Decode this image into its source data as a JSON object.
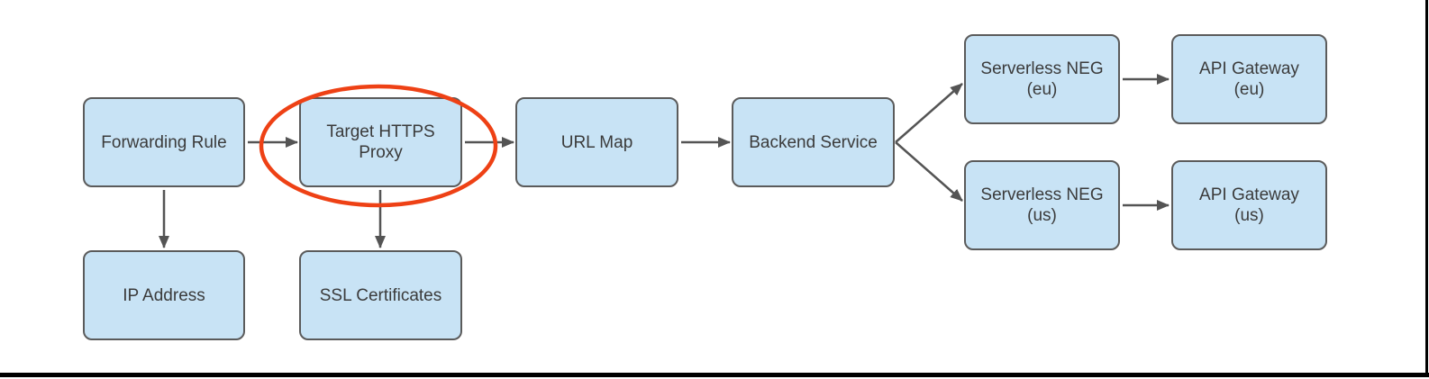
{
  "nodes": {
    "forwarding_rule": {
      "label": "Forwarding Rule"
    },
    "target_https_proxy": {
      "label": "Target HTTPS\nProxy",
      "highlighted": true
    },
    "url_map": {
      "label": "URL Map"
    },
    "backend_service": {
      "label": "Backend Service"
    },
    "serverless_neg_eu": {
      "label": "Serverless NEG\n(eu)"
    },
    "api_gateway_eu": {
      "label": "API Gateway\n(eu)"
    },
    "serverless_neg_us": {
      "label": "Serverless NEG\n(us)"
    },
    "api_gateway_us": {
      "label": "API Gateway\n(us)"
    },
    "ip_address": {
      "label": "IP Address"
    },
    "ssl_certificates": {
      "label": "SSL Certificates"
    }
  },
  "edges": [
    {
      "from": "forwarding_rule",
      "to": "target_https_proxy"
    },
    {
      "from": "target_https_proxy",
      "to": "url_map"
    },
    {
      "from": "url_map",
      "to": "backend_service"
    },
    {
      "from": "backend_service",
      "to": "serverless_neg_eu"
    },
    {
      "from": "backend_service",
      "to": "serverless_neg_us"
    },
    {
      "from": "serverless_neg_eu",
      "to": "api_gateway_eu"
    },
    {
      "from": "serverless_neg_us",
      "to": "api_gateway_us"
    },
    {
      "from": "forwarding_rule",
      "to": "ip_address"
    },
    {
      "from": "target_https_proxy",
      "to": "ssl_certificates"
    }
  ],
  "annotations": {
    "highlight": {
      "shape": "ellipse",
      "around": "target_https_proxy"
    }
  },
  "colors": {
    "node-fill": "#c8e3f5",
    "node-border": "#5b5b5b",
    "arrow": "#545454",
    "text": "#3b3b3b",
    "highlight": "#ee4115",
    "frame": "#000000",
    "background": "#ffffff"
  }
}
